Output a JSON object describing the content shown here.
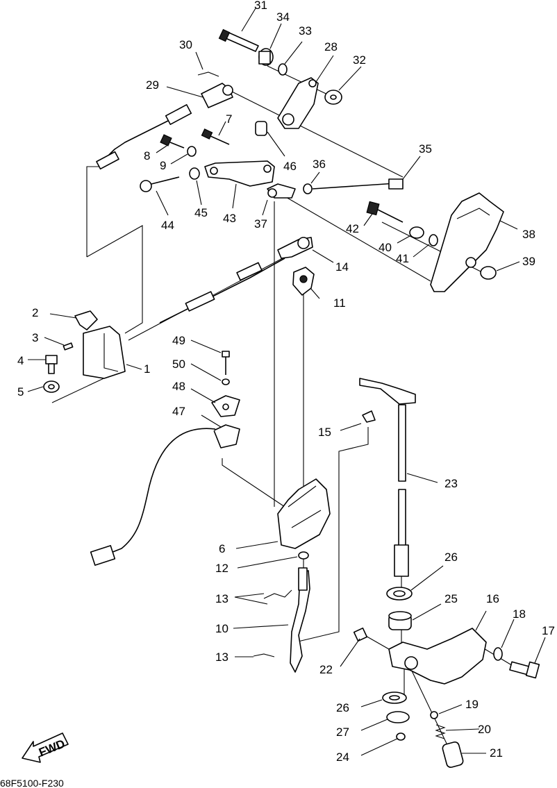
{
  "diagram_code": "68F5100-F230",
  "fwd_label": "FWD",
  "callouts": [
    "1",
    "2",
    "3",
    "4",
    "5",
    "6",
    "7",
    "8",
    "9",
    "10",
    "11",
    "12",
    "13",
    "13",
    "14",
    "15",
    "16",
    "17",
    "18",
    "19",
    "20",
    "21",
    "22",
    "23",
    "24",
    "25",
    "26",
    "26",
    "27",
    "28",
    "29",
    "30",
    "31",
    "32",
    "33",
    "34",
    "35",
    "36",
    "37",
    "38",
    "39",
    "40",
    "41",
    "42",
    "43",
    "44",
    "45",
    "46",
    "47",
    "48",
    "49",
    "50"
  ]
}
